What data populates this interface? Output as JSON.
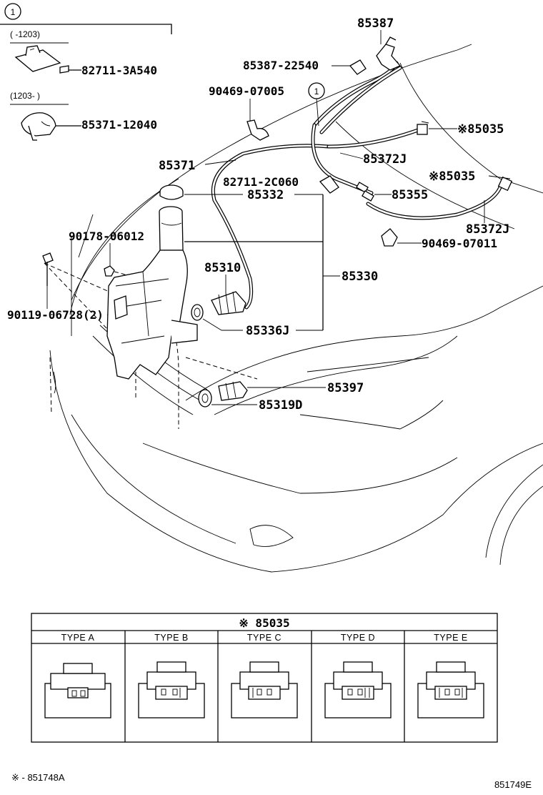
{
  "callout": {
    "circle": "1",
    "circle_on_hose": "1"
  },
  "inset": {
    "range_a": "(      -1203)",
    "range_b": "(1203-        )",
    "part_a": "82711-3A540",
    "part_b": "85371-12040"
  },
  "labels": {
    "p85387": "85387",
    "p85387_22540": "85387-22540",
    "p90469_07005": "90469-07005",
    "p85035_a": "※85035",
    "p85372j_a": "85372J",
    "p85371": "85371",
    "p82711_2c060": "82711-2C060",
    "p85035_b": "※85035",
    "p85332": "85332",
    "p85355": "85355",
    "p85372j_b": "85372J",
    "p90178_06012": "90178-06012",
    "p90469_07011": "90469-07011",
    "p85310": "85310",
    "p85330": "85330",
    "p90119_06728": "90119-06728(2)",
    "p85336j": "85336J",
    "p85397": "85397",
    "p85319d": "85319D"
  },
  "table": {
    "title": "※ 85035",
    "types": [
      "TYPE A",
      "TYPE B",
      "TYPE C",
      "TYPE D",
      "TYPE E"
    ]
  },
  "footer": {
    "left": "※ - 851748A",
    "right": "851749E"
  }
}
